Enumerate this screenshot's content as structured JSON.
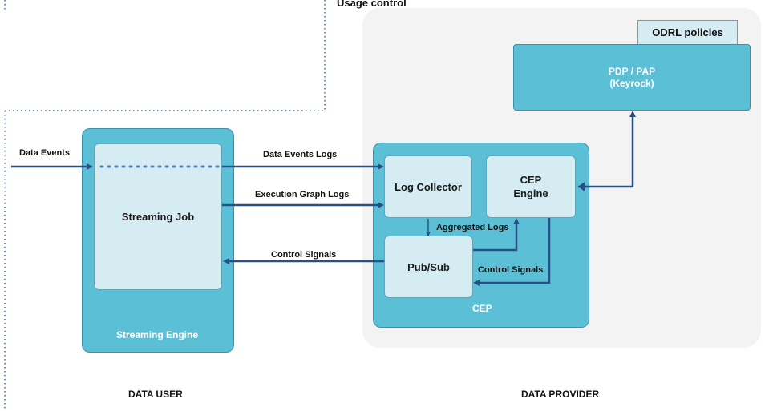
{
  "regions": {
    "usage_control": "Usage control",
    "data_user": "DATA USER",
    "data_provider": "DATA PROVIDER"
  },
  "boxes": {
    "odrl_policies": "ODRL policies",
    "pdp_pap": "PDP / PAP",
    "pdp_pap_sub": "(Keyrock)",
    "streaming_job": "Streaming Job",
    "streaming_engine": "Streaming Engine",
    "log_collector": "Log Collector",
    "cep_engine_1": "CEP",
    "cep_engine_2": "Engine",
    "pub_sub": "Pub/Sub",
    "cep": "CEP"
  },
  "edges": {
    "data_events": "Data Events",
    "data_events_logs": "Data Events Logs",
    "execution_graph_logs": "Execution Graph Logs",
    "control_signals_left": "Control Signals",
    "aggregated_logs": "Aggregated Logs",
    "control_signals_right": "Control Signals"
  },
  "colors": {
    "container": "#5bc0d6",
    "inner_box": "#d6ecf3",
    "arrow": "#2a4f86",
    "region_bg": "#f4f4f4"
  }
}
